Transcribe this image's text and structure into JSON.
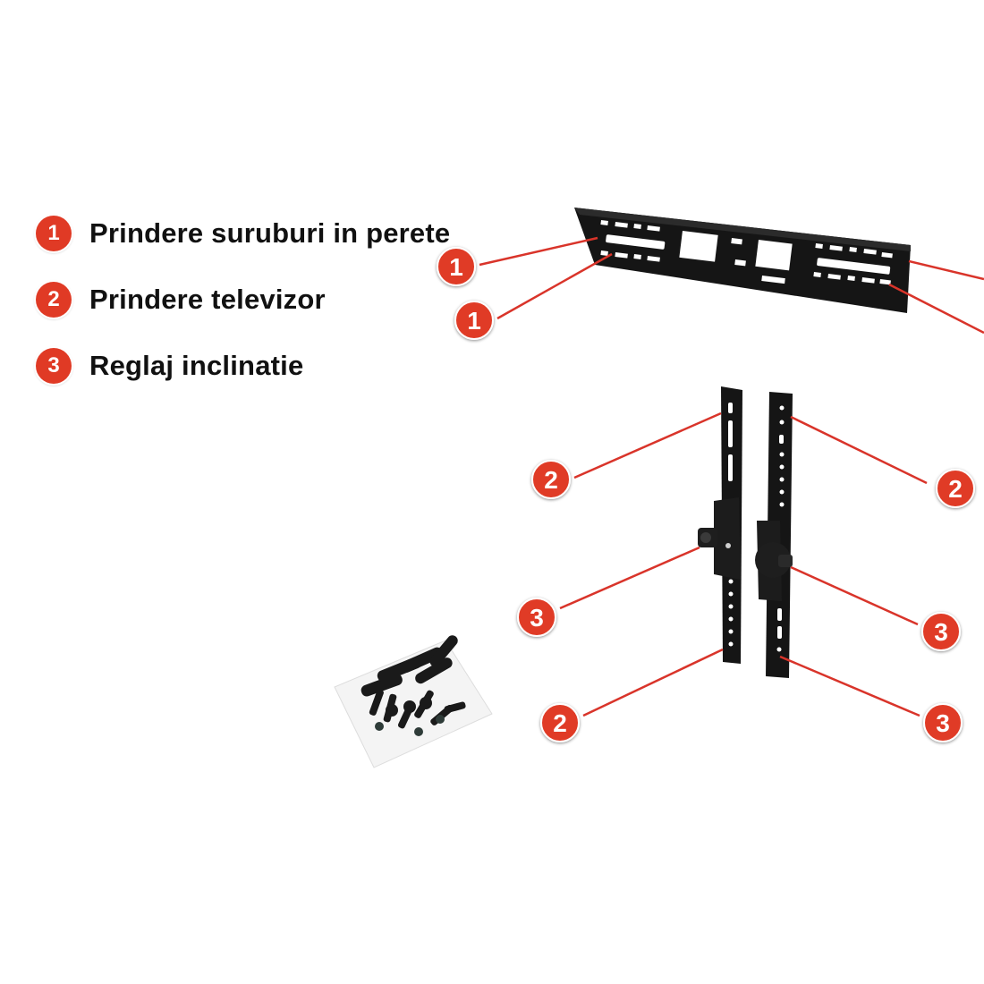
{
  "legend": [
    {
      "number": "1",
      "label": "Prindere suruburi in perete"
    },
    {
      "number": "2",
      "label": "Prindere televizor"
    },
    {
      "number": "3",
      "label": "Reglaj inclinatie"
    }
  ],
  "callouts": [
    {
      "number": "1"
    },
    {
      "number": "1"
    },
    {
      "number": "2"
    },
    {
      "number": "2"
    },
    {
      "number": "2"
    },
    {
      "number": "3"
    },
    {
      "number": "3"
    },
    {
      "number": "3"
    }
  ],
  "colors": {
    "badge": "#e03a25",
    "leader": "#d9342a",
    "hardware": "#151515"
  },
  "icons": [
    "wall-plate",
    "vertical-bracket-left",
    "vertical-bracket-right",
    "screw-bag"
  ]
}
